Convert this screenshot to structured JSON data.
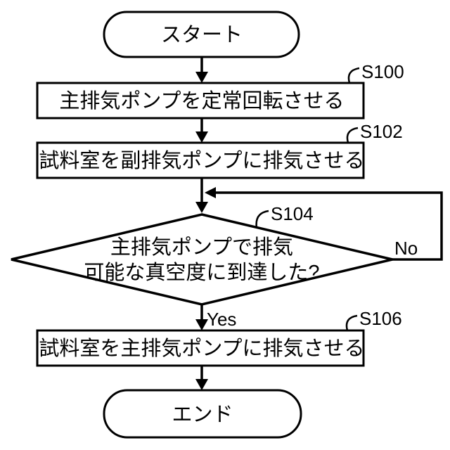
{
  "flowchart": {
    "background_color": "#ffffff",
    "line_color": "#000000",
    "nodes": {
      "start": {
        "shape": "terminator",
        "label": "スタート"
      },
      "s100": {
        "shape": "process",
        "id": "S100",
        "label": "主排気ポンプを定常回転させる"
      },
      "s102": {
        "shape": "process",
        "id": "S102",
        "label": "試料室を副排気ポンプに排気させる"
      },
      "s104": {
        "shape": "decision",
        "id": "S104",
        "label_line1": "主排気ポンプで排気",
        "label_line2": "可能な真空度に到達した?"
      },
      "s106": {
        "shape": "process",
        "id": "S106",
        "label": "試料室を主排気ポンプに排気させる"
      },
      "end": {
        "shape": "terminator",
        "label": "エンド"
      }
    },
    "branch_labels": {
      "yes": "Yes",
      "no": "No"
    },
    "edges": [
      {
        "from": "start",
        "to": "S100"
      },
      {
        "from": "S100",
        "to": "S102"
      },
      {
        "from": "S102",
        "to": "S104"
      },
      {
        "from": "S104",
        "to": "S106",
        "label": "Yes"
      },
      {
        "from": "S104",
        "to": "S104",
        "label": "No",
        "type": "loop-back"
      },
      {
        "from": "S106",
        "to": "end"
      }
    ]
  }
}
